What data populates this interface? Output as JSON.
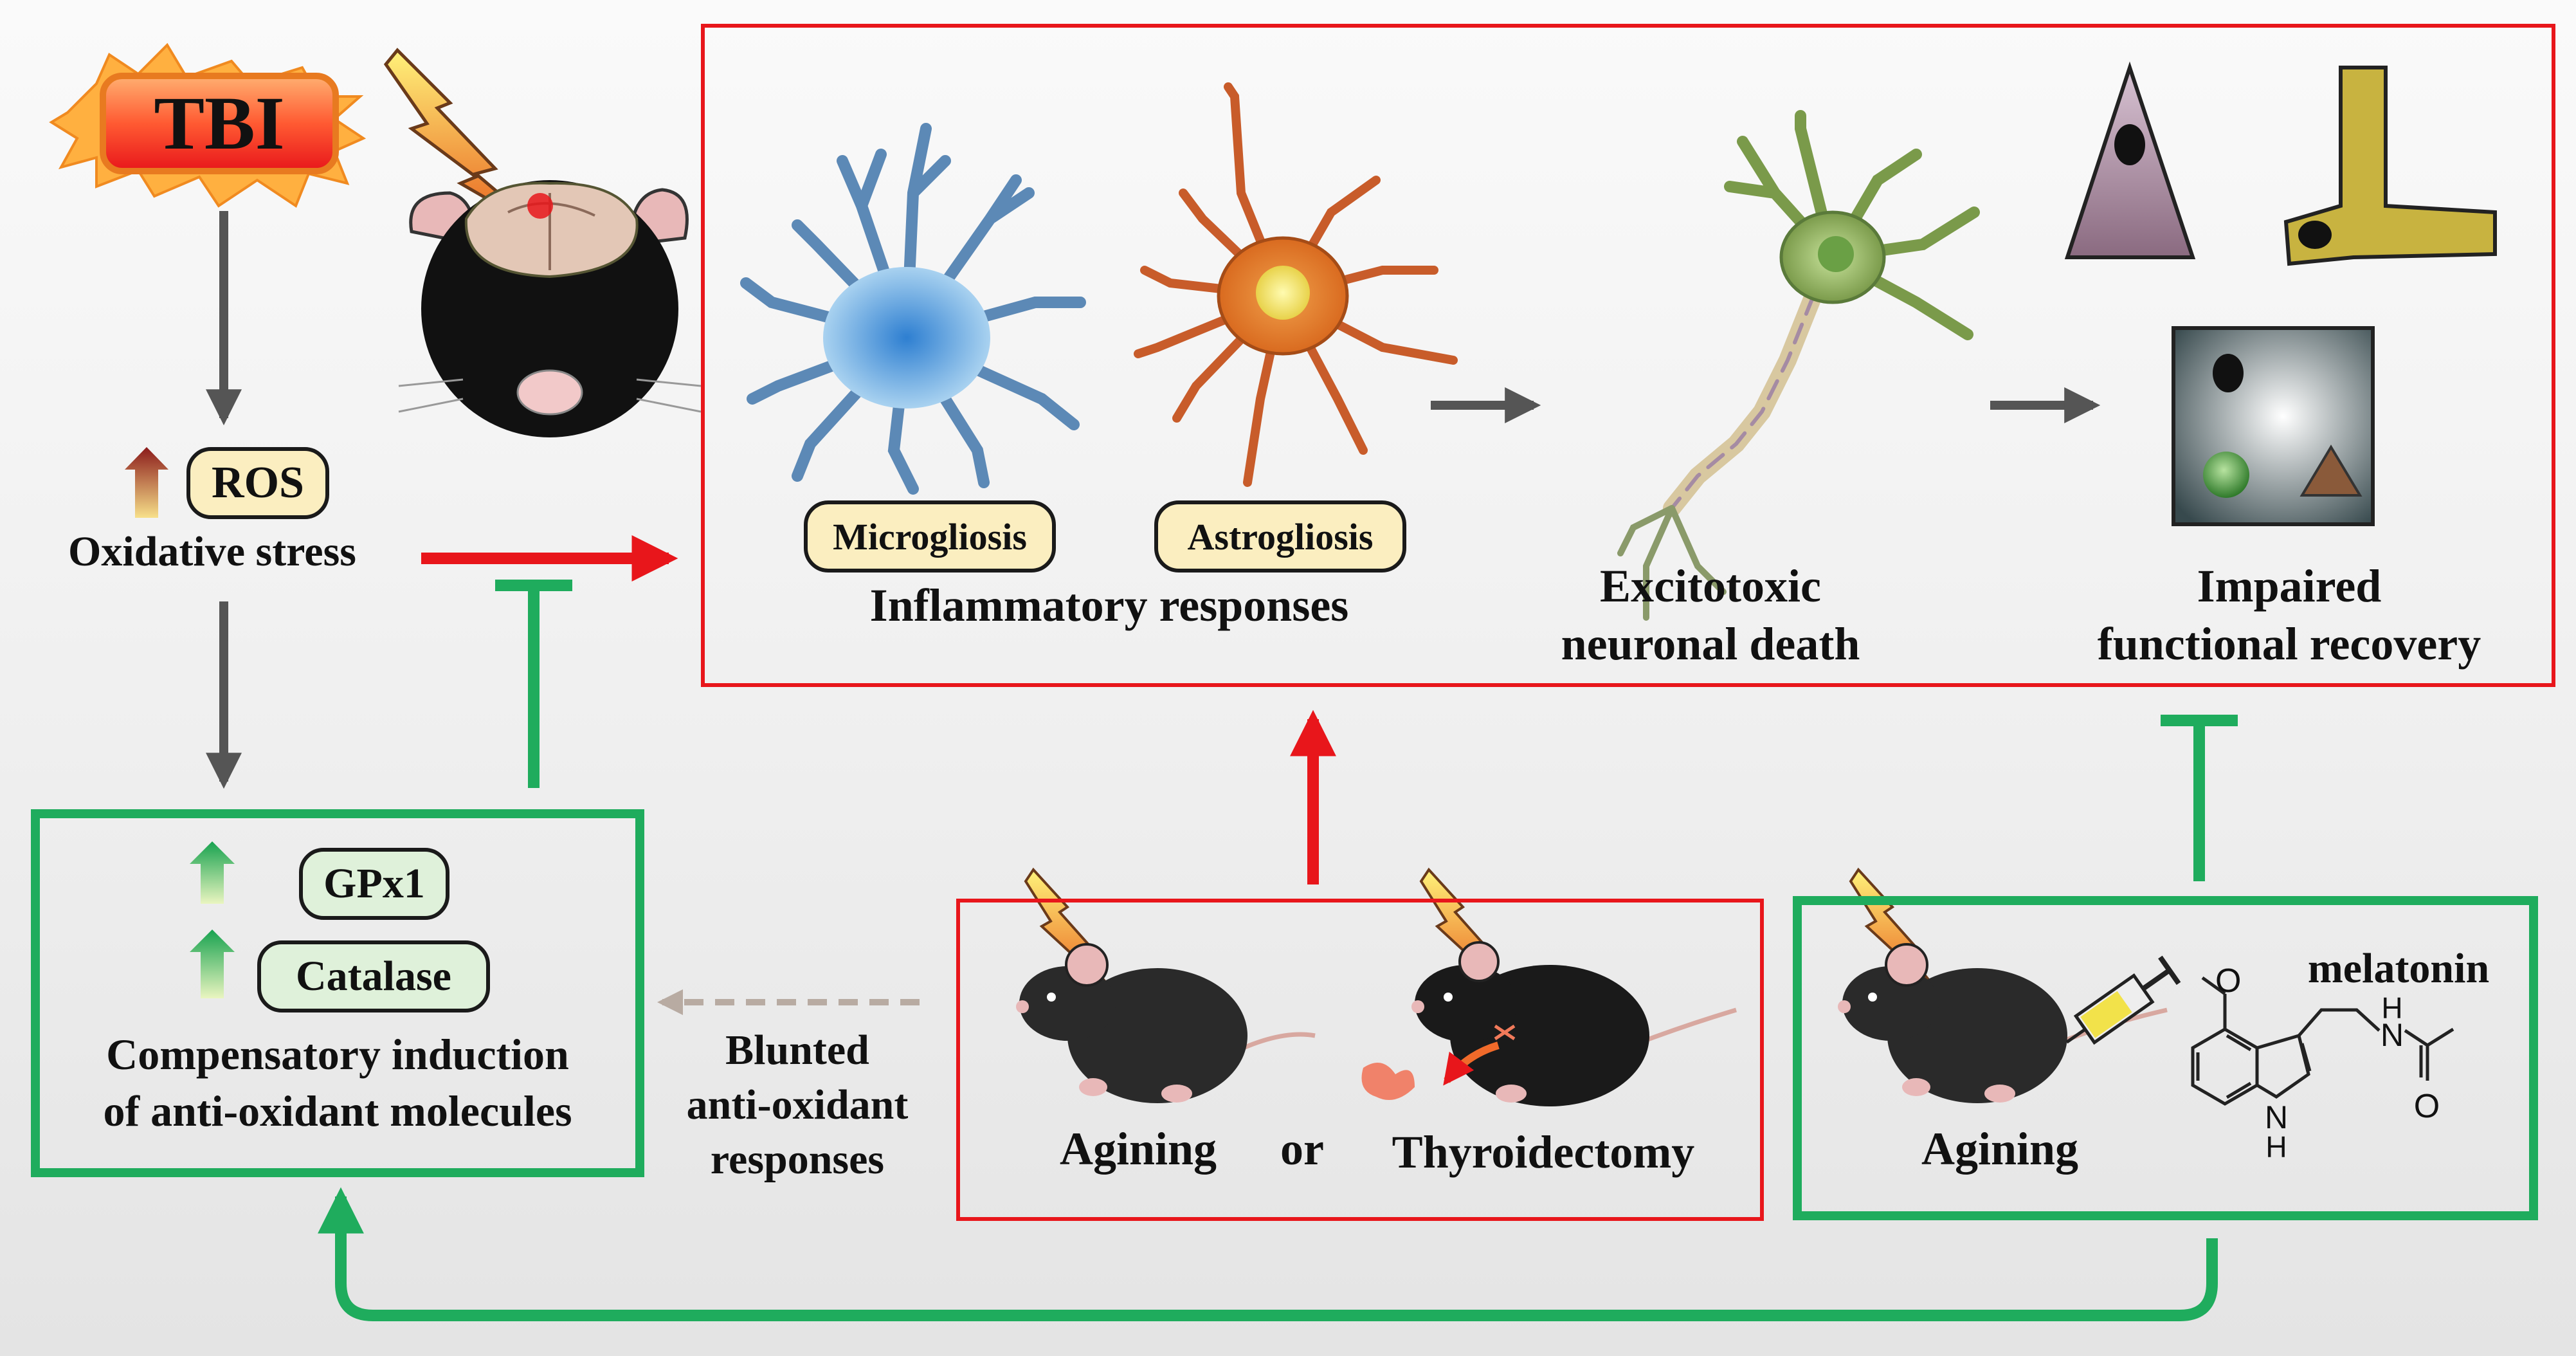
{
  "tbi": {
    "label": "TBI"
  },
  "ros": {
    "label": "ROS"
  },
  "oxidative_stress": {
    "label": "Oxidative stress"
  },
  "top_panel": {
    "microgliosis": "Microgliosis",
    "astrogliosis": "Astrogliosis",
    "inflammatory": "Inflammatory responses",
    "excitotoxic_line1": "Excitotoxic",
    "excitotoxic_line2": "neuronal death",
    "impaired_line1": "Impaired",
    "impaired_line2": "functional recovery"
  },
  "left_panel": {
    "gpx1": "GPx1",
    "catalase": "Catalase",
    "line1": "Compensatory induction",
    "line2": "of anti-oxidant molecules"
  },
  "blunted": {
    "line1": "Blunted",
    "line2": "anti-oxidant",
    "line3": "responses"
  },
  "middle_panel": {
    "aging": "Agining",
    "or": "or",
    "thyroidectomy": "Thyroidectomy"
  },
  "right_panel": {
    "aging": "Agining",
    "melatonin": "melatonin",
    "mol_o_methoxy": "O",
    "mol_nh_amide": "N",
    "mol_h_amide": "H",
    "mol_o_carbonyl": "O",
    "mol_n_indole": "N",
    "mol_h_indole": "H"
  },
  "colors": {
    "red": "#e8161b",
    "green": "#1fac5d",
    "gray_arrow": "#555555",
    "dashed_arrow": "#b8aba2",
    "pill_yellow": "#fbeec0",
    "pill_green": "#dff1da"
  }
}
